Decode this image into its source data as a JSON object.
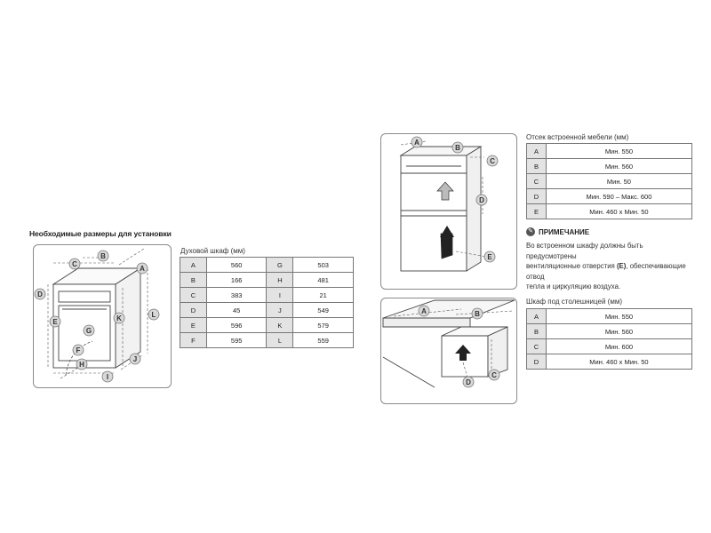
{
  "installation": {
    "title": "Необходимые размеры для установки",
    "oven_table_caption": "Духовой шкаф (мм)",
    "oven_rows": [
      {
        "k1": "A",
        "v1": "560",
        "k2": "G",
        "v2": "503"
      },
      {
        "k1": "B",
        "v1": "166",
        "k2": "H",
        "v2": "481"
      },
      {
        "k1": "C",
        "v1": "383",
        "k2": "I",
        "v2": "21"
      },
      {
        "k1": "D",
        "v1": "45",
        "k2": "J",
        "v2": "549"
      },
      {
        "k1": "E",
        "v1": "596",
        "k2": "K",
        "v2": "579"
      },
      {
        "k1": "F",
        "v1": "595",
        "k2": "L",
        "v2": "559"
      }
    ],
    "oven_diagram_labels": [
      "A",
      "B",
      "C",
      "D",
      "E",
      "F",
      "G",
      "H",
      "I",
      "J",
      "K",
      "L"
    ]
  },
  "built_in_cabinet": {
    "caption": "Отсек встроенной мебели (мм)",
    "rows": [
      {
        "key": "A",
        "value": "Мин. 550"
      },
      {
        "key": "B",
        "value": "Мин. 560"
      },
      {
        "key": "C",
        "value": "Мин. 50"
      },
      {
        "key": "D",
        "value": "Мин. 590 – Макс. 600"
      },
      {
        "key": "E",
        "value": "Мин. 460 x Мин. 50"
      }
    ],
    "diagram_labels": [
      "A",
      "B",
      "C",
      "D",
      "E"
    ]
  },
  "note": {
    "title": "ПРИМЕЧАНИЕ",
    "line1": "Во встроенном шкафу должны быть предусмотрены",
    "line2_pre": "вентиляционные отверстия ",
    "line2_bold": "(E)",
    "line2_post": ", обеспечивающие отвод",
    "line3": "тепла и циркуляцию воздуха."
  },
  "undercounter_cabinet": {
    "caption": "Шкаф под столешницей (мм)",
    "rows": [
      {
        "key": "A",
        "value": "Мин. 550"
      },
      {
        "key": "B",
        "value": "Мин. 560"
      },
      {
        "key": "C",
        "value": "Мин. 600"
      },
      {
        "key": "D",
        "value": "Мин. 460 x Мин. 50"
      }
    ],
    "diagram_labels": [
      "A",
      "B",
      "C",
      "D"
    ]
  },
  "colors": {
    "key_cell_bg": "#e3e3e3",
    "border": "#777777",
    "label_circle": "#d8d8d8"
  }
}
